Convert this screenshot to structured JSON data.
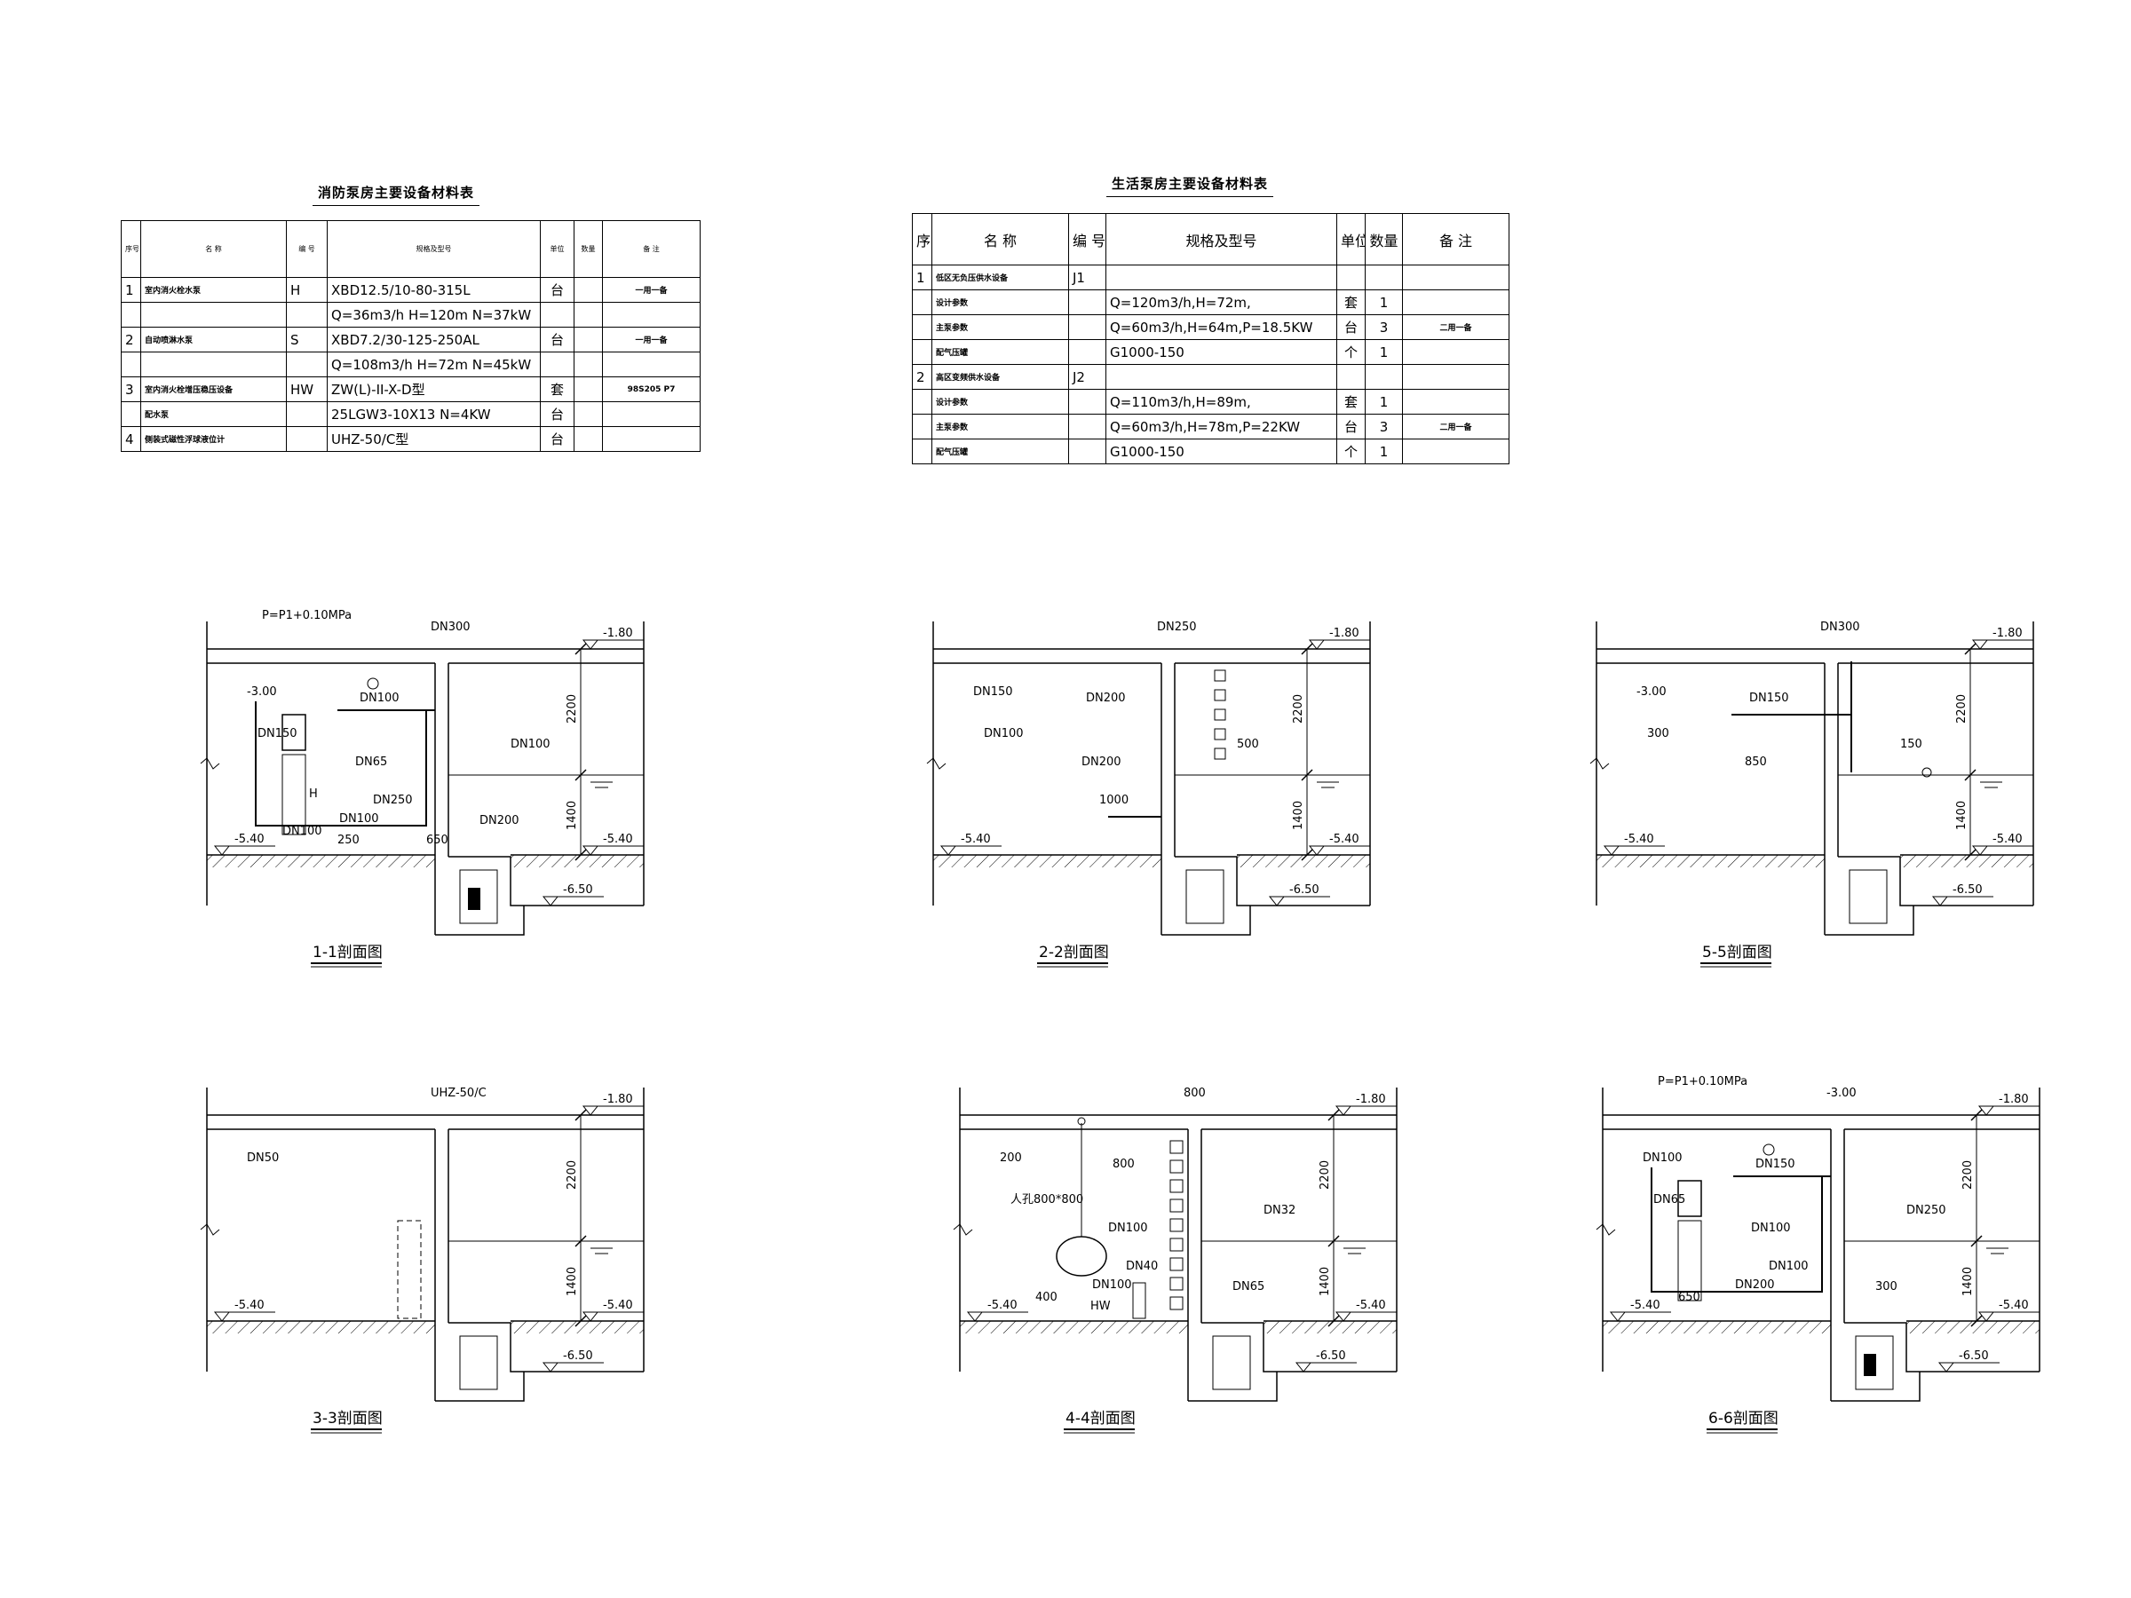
{
  "fire_table": {
    "title": "消防泵房主要设备材料表",
    "headers": [
      "序号",
      "名 称",
      "编 号",
      "规格及型号",
      "单位",
      "数量",
      "备 注"
    ],
    "rows": [
      {
        "no": "1",
        "name": "室内消火栓水泵",
        "code": "H",
        "spec": "XBD12.5/10-80-315L",
        "unit": "台",
        "qty": "",
        "note": "一用一备"
      },
      {
        "no": "",
        "name": "",
        "code": "",
        "spec": "Q=36m3/h H=120m N=37kW",
        "unit": "",
        "qty": "",
        "note": ""
      },
      {
        "no": "2",
        "name": "自动喷淋水泵",
        "code": "S",
        "spec": "XBD7.2/30-125-250AL",
        "unit": "台",
        "qty": "",
        "note": "一用一备"
      },
      {
        "no": "",
        "name": "",
        "code": "",
        "spec": "Q=108m3/h H=72m N=45kW",
        "unit": "",
        "qty": "",
        "note": ""
      },
      {
        "no": "3",
        "name": "室内消火栓增压稳压设备",
        "code": "HW",
        "spec": "ZW(L)-II-X-D型",
        "unit": "套",
        "qty": "",
        "note": "98S205 P7"
      },
      {
        "no": "",
        "name": "配水泵",
        "code": "",
        "spec": "25LGW3-10X13 N=4KW",
        "unit": "台",
        "qty": "",
        "note": ""
      },
      {
        "no": "4",
        "name": "侧装式磁性浮球液位计",
        "code": "",
        "spec": "UHZ-50/C型",
        "unit": "台",
        "qty": "",
        "note": ""
      }
    ]
  },
  "life_table": {
    "title": "生活泵房主要设备材料表",
    "headers": [
      "序号",
      "名 称",
      "编 号",
      "规格及型号",
      "单位",
      "数量",
      "备 注"
    ],
    "rows": [
      {
        "no": "1",
        "name": "低区无负压供水设备",
        "code": "J1",
        "spec": "",
        "unit": "",
        "qty": "",
        "note": ""
      },
      {
        "no": "",
        "name": "设计参数",
        "code": "",
        "spec": "Q=120m3/h,H=72m,",
        "unit": "套",
        "qty": "1",
        "note": ""
      },
      {
        "no": "",
        "name": "主泵参数",
        "code": "",
        "spec": "Q=60m3/h,H=64m,P=18.5KW",
        "unit": "台",
        "qty": "3",
        "note": "二用一备"
      },
      {
        "no": "",
        "name": "配气压罐",
        "code": "",
        "spec": "G1000-150",
        "unit": "个",
        "qty": "1",
        "note": ""
      },
      {
        "no": "2",
        "name": "高区变频供水设备",
        "code": "J2",
        "spec": "",
        "unit": "",
        "qty": "",
        "note": ""
      },
      {
        "no": "",
        "name": "设计参数",
        "code": "",
        "spec": "Q=110m3/h,H=89m,",
        "unit": "套",
        "qty": "1",
        "note": ""
      },
      {
        "no": "",
        "name": "主泵参数",
        "code": "",
        "spec": "Q=60m3/h,H=78m,P=22KW",
        "unit": "台",
        "qty": "3",
        "note": "二用一备"
      },
      {
        "no": "",
        "name": "配气压罐",
        "code": "",
        "spec": "G1000-150",
        "unit": "个",
        "qty": "1",
        "note": ""
      }
    ]
  },
  "sections": [
    {
      "id": "s11",
      "label": "1-1剖面图",
      "lv_top": "-1.80",
      "lv_floor": "-5.40",
      "lv_floor2": "-5.40",
      "lv_pit": "-6.50",
      "dim_a": "2200",
      "dim_b": "1400",
      "pressure": "P=P1+0.10MPa",
      "notes": [
        "DN300",
        "-3.00",
        "DN100",
        "DN150",
        "DN65",
        "DN100",
        "DN250",
        "DN100",
        "DN200",
        "DN100",
        "250",
        "650",
        "H"
      ]
    },
    {
      "id": "s22",
      "label": "2-2剖面图",
      "lv_top": "-1.80",
      "lv_floor": "-5.40",
      "lv_floor2": "-5.40",
      "lv_pit": "-6.50",
      "dim_a": "2200",
      "dim_b": "1400",
      "notes": [
        "DN250",
        "DN150",
        "DN200",
        "DN100",
        "DN200",
        "500",
        "1000"
      ]
    },
    {
      "id": "s55",
      "label": "5-5剖面图",
      "lv_top": "-1.80",
      "lv_floor": "-5.40",
      "lv_floor2": "-5.40",
      "lv_pit": "-6.50",
      "dim_a": "2200",
      "dim_b": "1400",
      "notes": [
        "DN300",
        "-3.00",
        "DN150",
        "300",
        "850",
        "150"
      ]
    },
    {
      "id": "s33",
      "label": "3-3剖面图",
      "lv_top": "-1.80",
      "lv_floor": "-5.40",
      "lv_floor2": "-5.40",
      "lv_pit": "-6.50",
      "dim_a": "2200",
      "dim_b": "1400",
      "notes": [
        "UHZ-50/C",
        "DN50"
      ]
    },
    {
      "id": "s44",
      "label": "4-4剖面图",
      "lv_top": "-1.80",
      "lv_floor": "-5.40",
      "lv_floor2": "-5.40",
      "lv_pit": "-6.50",
      "dim_a": "2200",
      "dim_b": "1400",
      "notes": [
        "800",
        "200",
        "800",
        "人孔800*800",
        "DN100",
        "DN32",
        "DN40",
        "DN100",
        "DN65",
        "400",
        "HW"
      ]
    },
    {
      "id": "s66",
      "label": "6-6剖面图",
      "lv_top": "-1.80",
      "lv_floor": "-5.40",
      "lv_floor2": "-5.40",
      "lv_pit": "-6.50",
      "dim_a": "2200",
      "dim_b": "1400",
      "pressure": "P=P1+0.10MPa",
      "notes": [
        "-3.00",
        "DN100",
        "DN150",
        "DN65",
        "DN100",
        "DN250",
        "DN100",
        "DN200",
        "300",
        "650"
      ]
    }
  ]
}
